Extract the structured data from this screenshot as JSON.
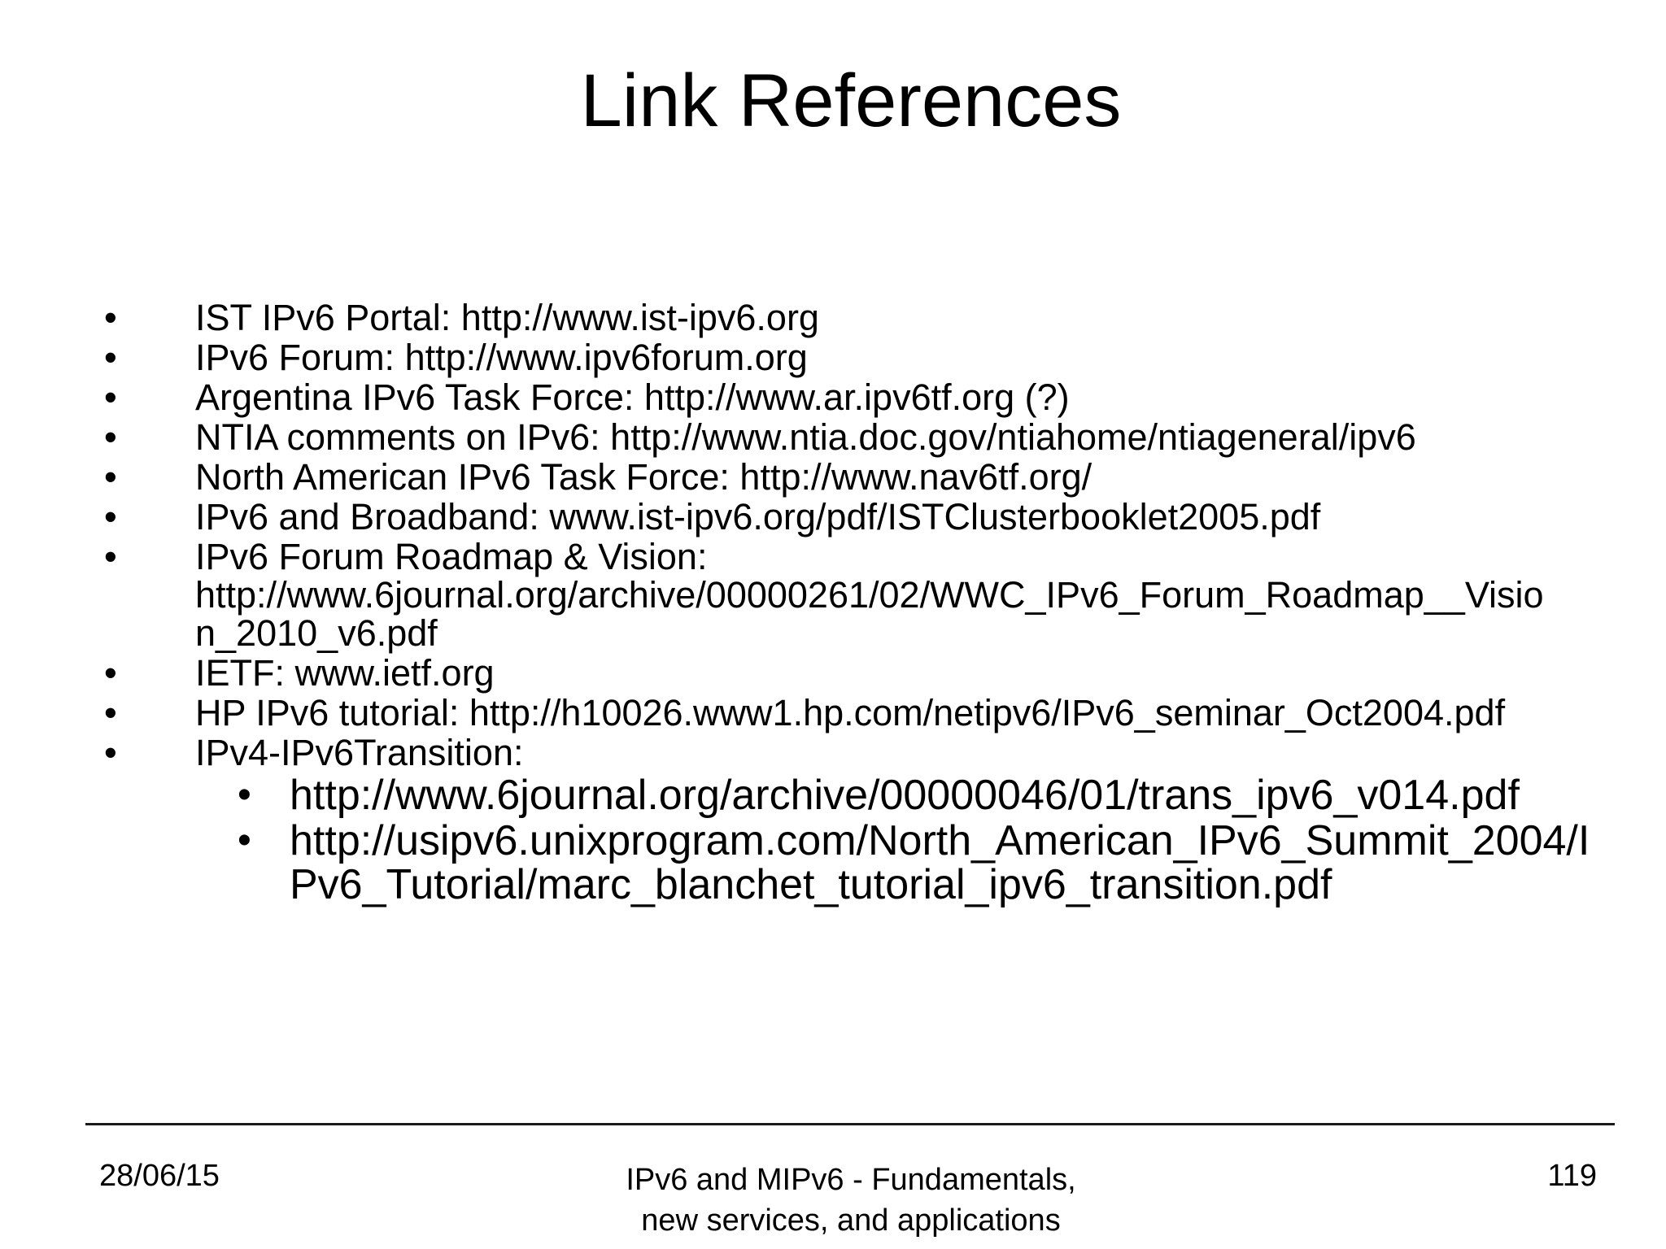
{
  "slide": {
    "title": "Link References",
    "bullet_glyph": "•",
    "bullets": [
      {
        "text": "IST IPv6 Portal: http://www.ist-ipv6.org"
      },
      {
        "text": "IPv6 Forum: http://www.ipv6forum.org"
      },
      {
        "text": "Argentina IPv6 Task Force: http://www.ar.ipv6tf.org (?)"
      },
      {
        "text": "NTIA comments on IPv6: http://www.ntia.doc.gov/ntiahome/ntiageneral/ipv6"
      },
      {
        "text": "North American IPv6 Task Force: http://www.nav6tf.org/"
      },
      {
        "text": "IPv6 and Broadband: www.ist-ipv6.org/pdf/ISTClusterbooklet2005.pdf"
      },
      {
        "text": "IPv6 Forum Roadmap & Vision:\nhttp://www.6journal.org/archive/00000261/02/WWC_IPv6_Forum_Roadmap__Visio\nn_2010_v6.pdf"
      },
      {
        "text": "IETF: www.ietf.org"
      },
      {
        "text": "HP IPv6 tutorial: http://h10026.www1.hp.com/netipv6/IPv6_seminar_Oct2004.pdf"
      },
      {
        "text": "IPv4-IPv6Transition:",
        "sub": [
          "http://www.6journal.org/archive/00000046/01/trans_ipv6_v014.pdf",
          "http://usipv6.unixprogram.com/North_American_IPv6_Summit_2004/I\nPv6_Tutorial/marc_blanchet_tutorial_ipv6_transition.pdf"
        ]
      }
    ],
    "footer": {
      "date": "28/06/15",
      "center_text": "IPv6 and MIPv6 - Fundamentals,\nnew services, and applications",
      "page_number": "119"
    }
  }
}
